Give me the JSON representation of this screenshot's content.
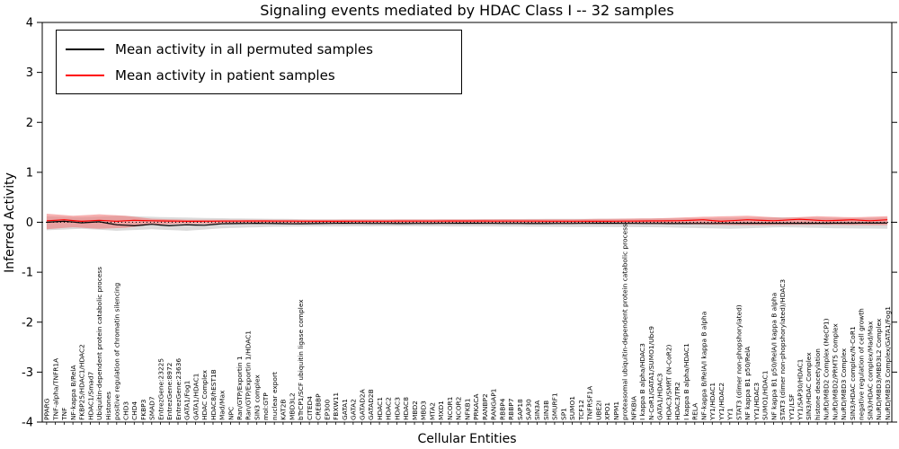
{
  "title": "Signaling events mediated by HDAC Class I -- 32 samples",
  "legend": {
    "permuted_label": "Mean activity in all permuted samples",
    "patient_label": "Mean activity in patient samples"
  },
  "axes": {
    "ylabel": "Inferred Activity",
    "xlabel": "Cellular Entities"
  },
  "colors": {
    "permuted_line": "#000000",
    "patient_line": "#ff0000",
    "permuted_band": "#c8c8c8",
    "patient_band": "#f07070",
    "frame": "#000000"
  },
  "chart_data": {
    "type": "line",
    "title": "Signaling events mediated by HDAC Class I -- 32 samples",
    "xlabel": "Cellular Entities",
    "ylabel": "Inferred Activity",
    "ylim": [
      -4,
      4
    ],
    "yticks": [
      4,
      3,
      2,
      1,
      0,
      -1,
      -2,
      -3,
      -4
    ],
    "grid": false,
    "zero_line": "dotted",
    "legend_position": "upper left",
    "categories": [
      "PPARG",
      "TNF-alpha/TNFR1A",
      "TNF",
      "NF-kappa B/RelA",
      "FKBP25/HDAC1/HDAC2",
      "HDAC1/Smad7",
      "Ubiquitin-dependent protein catabolic process",
      "Histones",
      "positive regulation of chromatin silencing",
      "CHD3",
      "CHD4",
      "FKBP3",
      "SMAD7",
      "EntrezGene:23225",
      "EntrezGene:8972",
      "EntrezGene:23636",
      "GATA1/Fog1",
      "GATA1/HDAC1",
      "HDAC Complex",
      "HDAC8/hEST1B",
      "Mad/Max",
      "NPC",
      "Ran/GTP/Exportin 1",
      "Ran/GTP/Exportin 1/HDAC1",
      "SIN3 complex",
      "mol:GTP",
      "nuclear export",
      "KAT2B",
      "MBD3L2",
      "bTrCP1/SCF ubiquitin ligase complex",
      "CITED4",
      "CREBBP",
      "EP300",
      "FBXW11",
      "GATA1",
      "GATA2",
      "GATAD2A",
      "GATAD2B",
      "HDAC1",
      "HDAC2",
      "HDAC3",
      "HDAC8",
      "MBD2",
      "MBD3",
      "MTA2",
      "MXD1",
      "NCOR1",
      "NCOR2",
      "NFKB1",
      "PRKACA",
      "RANBP2",
      "RANGAP1",
      "RBBP4",
      "RBBP7",
      "SAP18",
      "SAP30",
      "SIN3A",
      "SIN3B",
      "SMURF1",
      "SP1",
      "SUMO1",
      "TCF12",
      "TNFRSF1A",
      "UBE2I",
      "XPO1",
      "NPM1",
      "proteasomal ubiquitin-dependent protein catabolic process",
      "NFKBIA",
      "I kappa B alpha/HDAC3",
      "N-CoR1/GATA1/SUMO1/Ubc9",
      "GATA1/HDAC3",
      "HDAC3/SMRT (N-CoR2)",
      "HDAC3/TR2",
      "I kappa B alpha/HDAC1",
      "RELA",
      "NF-kappa B/RelA/I kappa B alpha",
      "YY1/HDAC1",
      "YY1/HDAC2",
      "YY1",
      "STAT3 (dimer non-phopshorylated)",
      "NF kappa B1 p50/RelA",
      "YY1/HDAC3",
      "SUMO1/HDAC1",
      "NF kappa B1 p50/RelA/I kappa B alpha",
      "STAT3 (dimer non-phopshorylated)/HDAC3",
      "YY1/LSF",
      "YY1/SAP30/HDAC1",
      "SIN3/HDAC Complex",
      "histone deacetylation",
      "NuRD/MBD2 Complex (MeCP1)",
      "NuRD/MBD2/PRMT5 Complex",
      "NuRD/MBD3 Complex",
      "SIN3/HDAC complex/N-CoR1",
      "negative regulation of cell growth",
      "SIN3/HDAC complex/Mad/Max",
      "NuRD/MBD3/MBD3L2 Complex",
      "NuRD/MBD3 Complex/GATA1/Fog1"
    ],
    "series": [
      {
        "name": "Mean activity in all permuted samples",
        "color": "#000000",
        "keyframes": [
          [
            0,
            0.0
          ],
          [
            2,
            0.02
          ],
          [
            4,
            -0.01
          ],
          [
            6,
            0.01
          ],
          [
            8,
            -0.05
          ],
          [
            10,
            -0.07
          ],
          [
            12,
            -0.04
          ],
          [
            14,
            -0.07
          ],
          [
            16,
            -0.05
          ],
          [
            18,
            -0.06
          ],
          [
            20,
            -0.03
          ],
          [
            24,
            -0.02
          ],
          [
            28,
            -0.03
          ],
          [
            34,
            -0.02
          ],
          [
            40,
            -0.025
          ],
          [
            48,
            -0.02
          ],
          [
            56,
            -0.025
          ],
          [
            64,
            -0.02
          ],
          [
            72,
            -0.025
          ],
          [
            80,
            -0.02
          ],
          [
            88,
            -0.02
          ],
          [
            96,
            -0.015
          ]
        ]
      },
      {
        "name": "Mean activity in patient samples",
        "color": "#ff0000",
        "keyframes": [
          [
            0,
            0.03
          ],
          [
            2,
            0.05
          ],
          [
            4,
            0.02
          ],
          [
            6,
            0.04
          ],
          [
            8,
            0.02
          ],
          [
            10,
            0.04
          ],
          [
            12,
            0.03
          ],
          [
            16,
            0.02
          ],
          [
            24,
            0.025
          ],
          [
            32,
            0.02
          ],
          [
            48,
            0.025
          ],
          [
            64,
            0.02
          ],
          [
            72,
            0.03
          ],
          [
            75,
            0.05
          ],
          [
            77,
            0.02
          ],
          [
            80,
            0.05
          ],
          [
            83,
            0.03
          ],
          [
            86,
            0.06
          ],
          [
            89,
            0.03
          ],
          [
            92,
            0.05
          ],
          [
            94,
            0.03
          ],
          [
            96,
            0.05
          ]
        ]
      }
    ],
    "bands": [
      {
        "name": "permuted samples band",
        "color": "#c8c8c8",
        "opacity": 0.65,
        "lo": [
          [
            0,
            -0.16
          ],
          [
            4,
            -0.13
          ],
          [
            8,
            -0.17
          ],
          [
            12,
            -0.14
          ],
          [
            16,
            -0.17
          ],
          [
            20,
            -0.12
          ],
          [
            26,
            -0.09
          ],
          [
            40,
            -0.08
          ],
          [
            56,
            -0.09
          ],
          [
            70,
            -0.1
          ],
          [
            78,
            -0.13
          ],
          [
            84,
            -0.1
          ],
          [
            90,
            -0.12
          ],
          [
            96,
            -0.13
          ]
        ],
        "hi": [
          [
            0,
            0.12
          ],
          [
            4,
            0.1
          ],
          [
            8,
            0.13
          ],
          [
            14,
            0.1
          ],
          [
            20,
            0.08
          ],
          [
            30,
            0.06
          ],
          [
            48,
            0.06
          ],
          [
            64,
            0.07
          ],
          [
            76,
            0.08
          ],
          [
            84,
            0.1
          ],
          [
            92,
            0.08
          ],
          [
            96,
            0.09
          ]
        ]
      },
      {
        "name": "patient samples band",
        "color": "#f07070",
        "opacity": 0.55,
        "lo": [
          [
            0,
            -0.14
          ],
          [
            3,
            -0.1
          ],
          [
            6,
            -0.13
          ],
          [
            9,
            -0.11
          ],
          [
            12,
            -0.05
          ],
          [
            16,
            -0.03
          ],
          [
            30,
            -0.03
          ],
          [
            60,
            -0.03
          ],
          [
            72,
            -0.04
          ],
          [
            80,
            -0.06
          ],
          [
            88,
            -0.05
          ],
          [
            96,
            -0.06
          ]
        ],
        "hi": [
          [
            0,
            0.17
          ],
          [
            3,
            0.13
          ],
          [
            6,
            0.16
          ],
          [
            9,
            0.13
          ],
          [
            12,
            0.07
          ],
          [
            16,
            0.05
          ],
          [
            30,
            0.05
          ],
          [
            60,
            0.06
          ],
          [
            70,
            0.08
          ],
          [
            75,
            0.11
          ],
          [
            80,
            0.13
          ],
          [
            84,
            0.09
          ],
          [
            88,
            0.12
          ],
          [
            92,
            0.1
          ],
          [
            96,
            0.12
          ]
        ]
      }
    ]
  }
}
